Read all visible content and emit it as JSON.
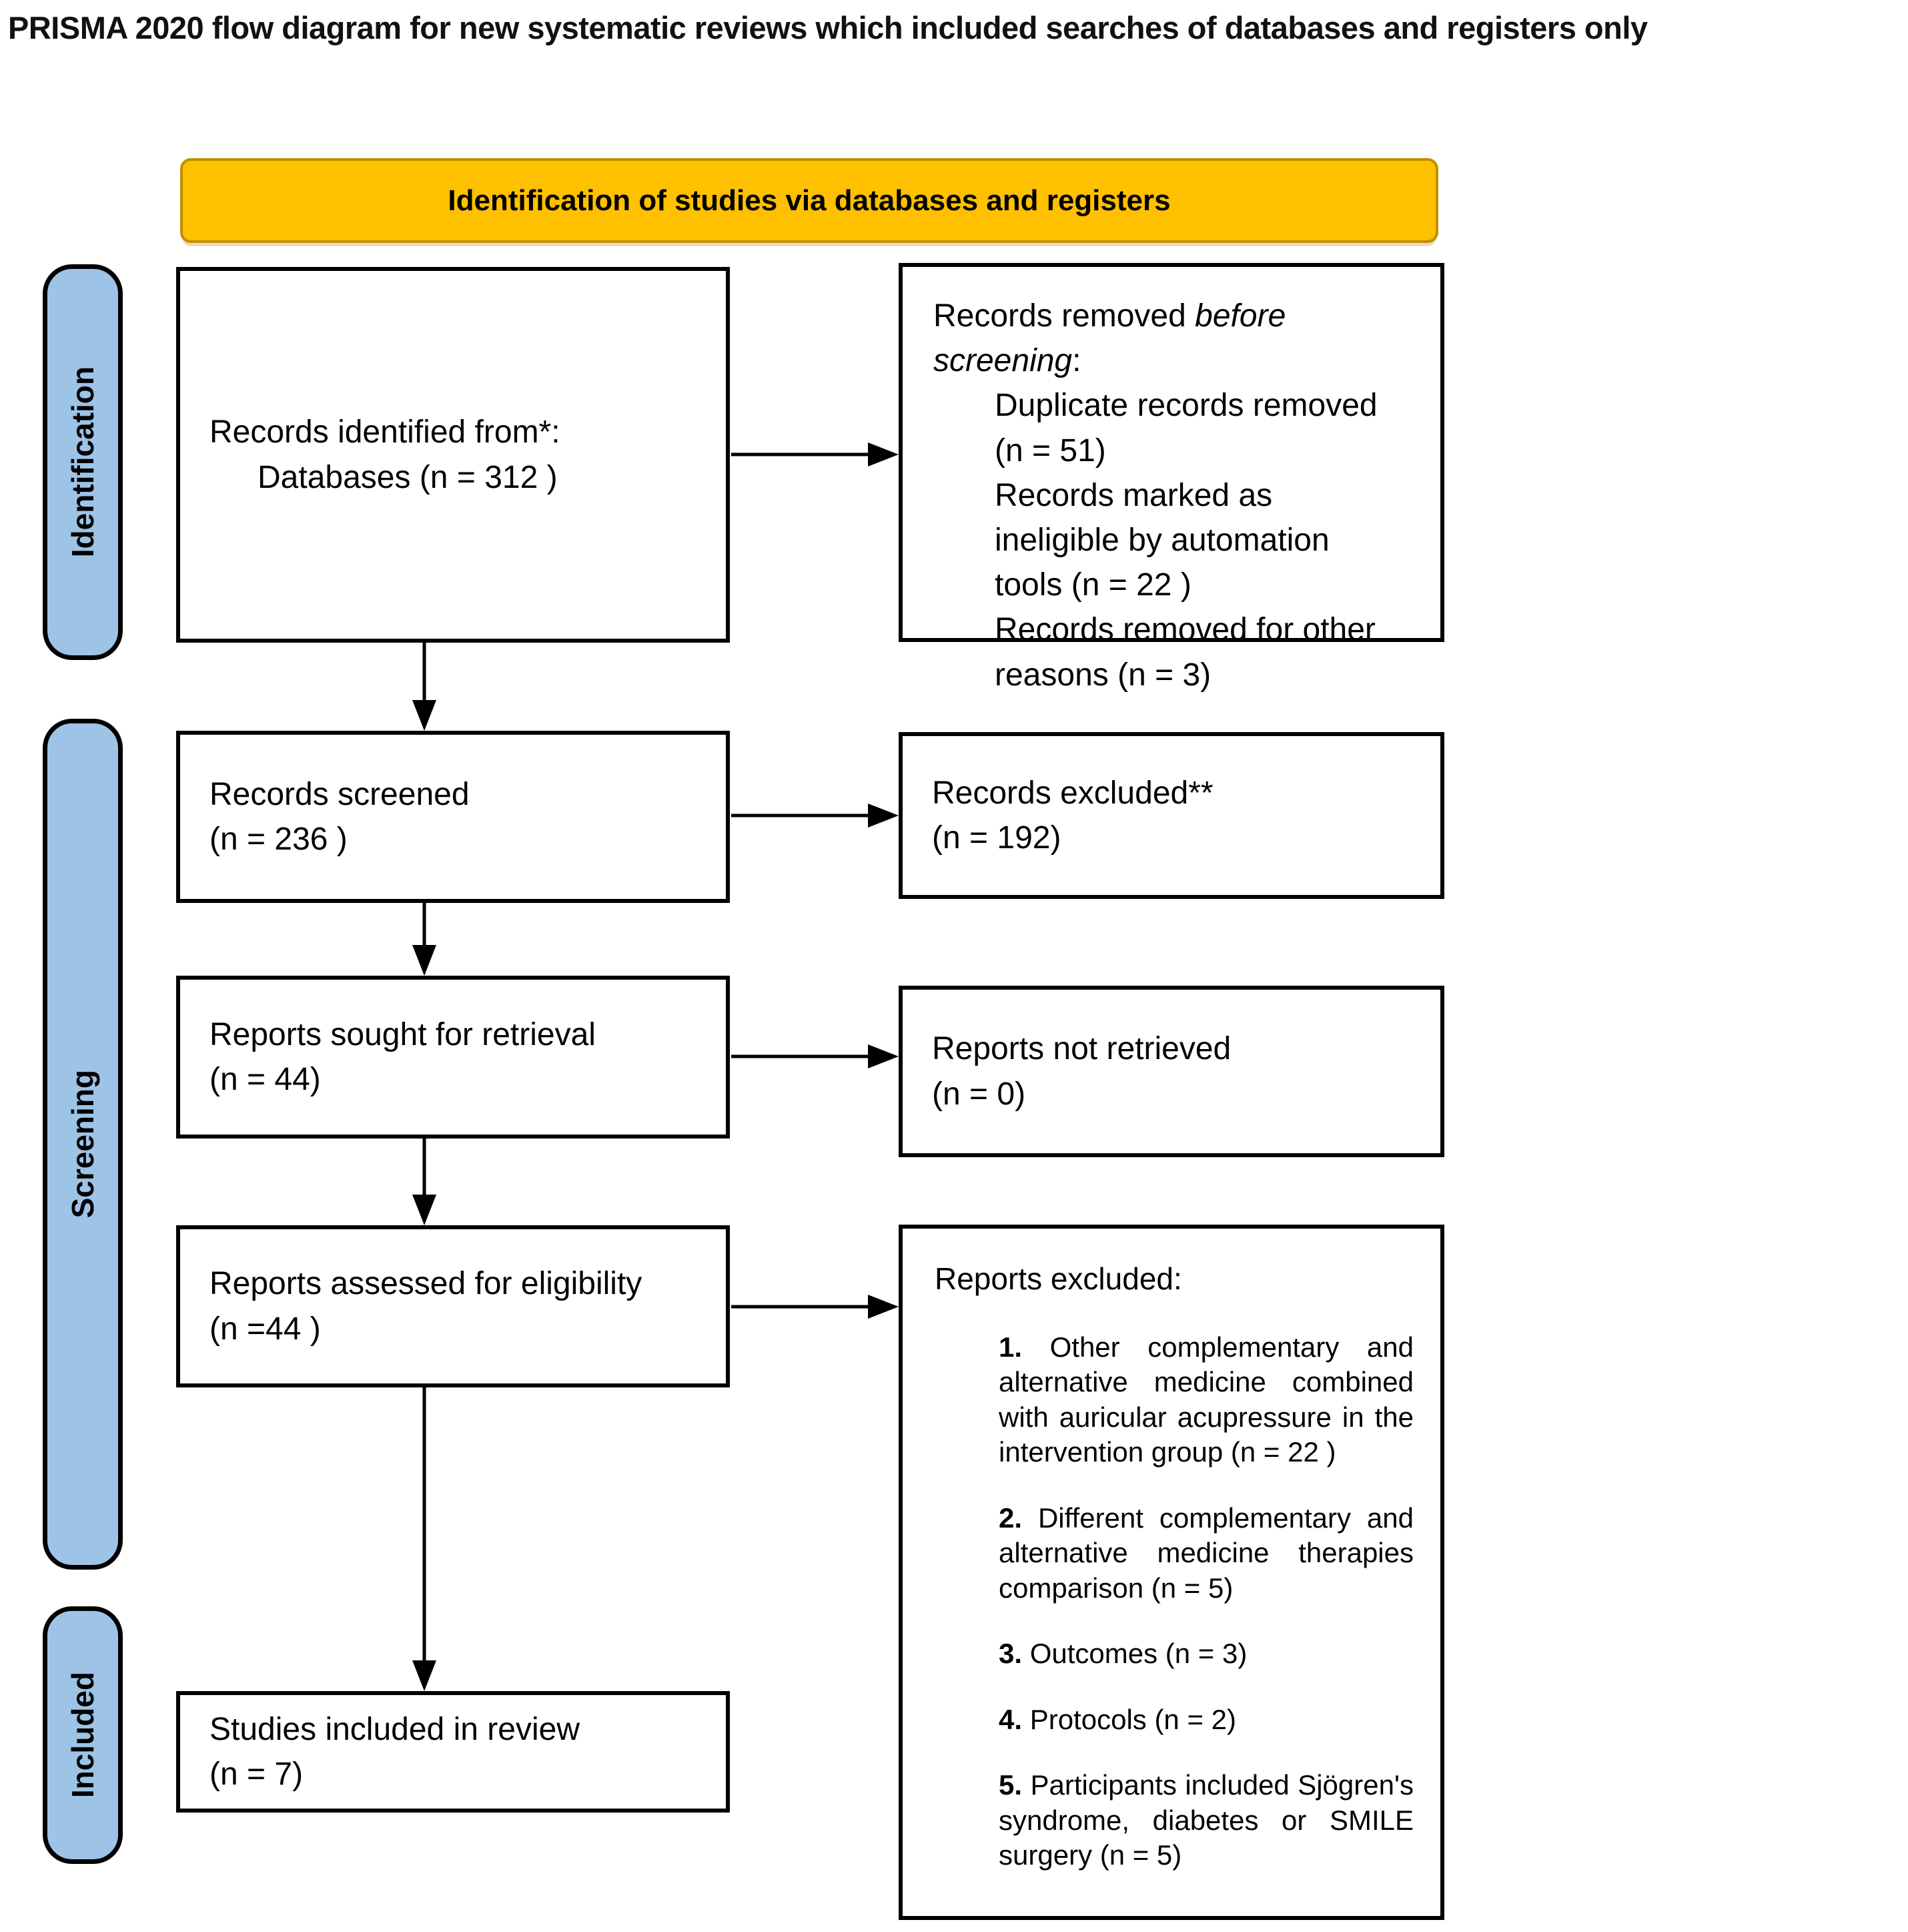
{
  "title": "PRISMA 2020 flow diagram for new systematic reviews which included searches of databases and registers only",
  "banner": {
    "label": "Identification of studies via databases and registers"
  },
  "stages": [
    {
      "label": "Identification"
    },
    {
      "label": "Screening"
    },
    {
      "label": "Included"
    }
  ],
  "boxes": {
    "identified": {
      "line1": "Records identified from*:",
      "line2": "Databases (n = 312 )"
    },
    "removed": {
      "label_prefix": "Records removed ",
      "label_italic": "before screening",
      "label_suffix": ":",
      "items": [
        "Duplicate records removed (n = 51)",
        "Records marked as ineligible by automation tools (n = 22 )",
        "Records removed for other reasons (n = 3)"
      ]
    },
    "screened": {
      "line1": "Records screened",
      "line2": "(n = 236 )"
    },
    "excluded": {
      "line1": "Records excluded**",
      "line2": "(n = 192)"
    },
    "sought": {
      "line1": "Reports sought for retrieval",
      "line2": "(n = 44)"
    },
    "not_retrieved": {
      "line1": "Reports not retrieved",
      "line2": "(n = 0)"
    },
    "assessed": {
      "line1": "Reports assessed for eligibility",
      "line2": "(n =44 )"
    },
    "reports_excluded": {
      "title": "Reports excluded:",
      "items": [
        {
          "num": "1.",
          "text": "Other complementary and alternative medicine combined with auricular acupressure in the intervention group (n = 22 )"
        },
        {
          "num": "2.",
          "text": "Different complementary and alternative medicine therapies comparison (n = 5)"
        },
        {
          "num": "3.",
          "text": "Outcomes (n = 3)"
        },
        {
          "num": "4.",
          "text": "Protocols  (n = 2)"
        },
        {
          "num": "5.",
          "text": "Participants included Sjögren's syndrome, diabetes or SMILE surgery  (n = 5)"
        }
      ]
    },
    "included_review": {
      "line1": "Studies included in review",
      "line2": "(n = 7)"
    }
  },
  "colors": {
    "banner_fill": "#FFC000",
    "banner_border": "#BF9000",
    "stage_fill": "#9DC3E6",
    "box_border": "#000000"
  }
}
